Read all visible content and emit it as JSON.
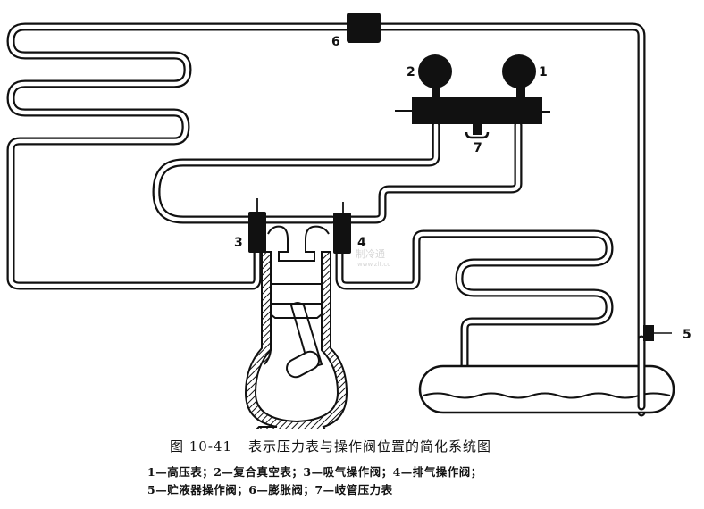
{
  "figure": {
    "number": "图 10-41",
    "title": "表示压力表与操作阀位置的简化系统图",
    "legend_line1": "1—高压表；2—复合真空表；3—吸气操作阀；4—排气操作阀；",
    "legend_line2": "5—贮液器操作阀；6—膨胀阀；7—岐管压力表"
  },
  "labels": {
    "gauge_high": "1",
    "gauge_compound": "2",
    "suction_valve": "3",
    "discharge_valve": "4",
    "receiver_valve": "5",
    "expansion_valve": "6",
    "manifold_gauge": "7"
  },
  "watermark": {
    "text": "制冷通",
    "url": "www.zlt.cc"
  }
}
